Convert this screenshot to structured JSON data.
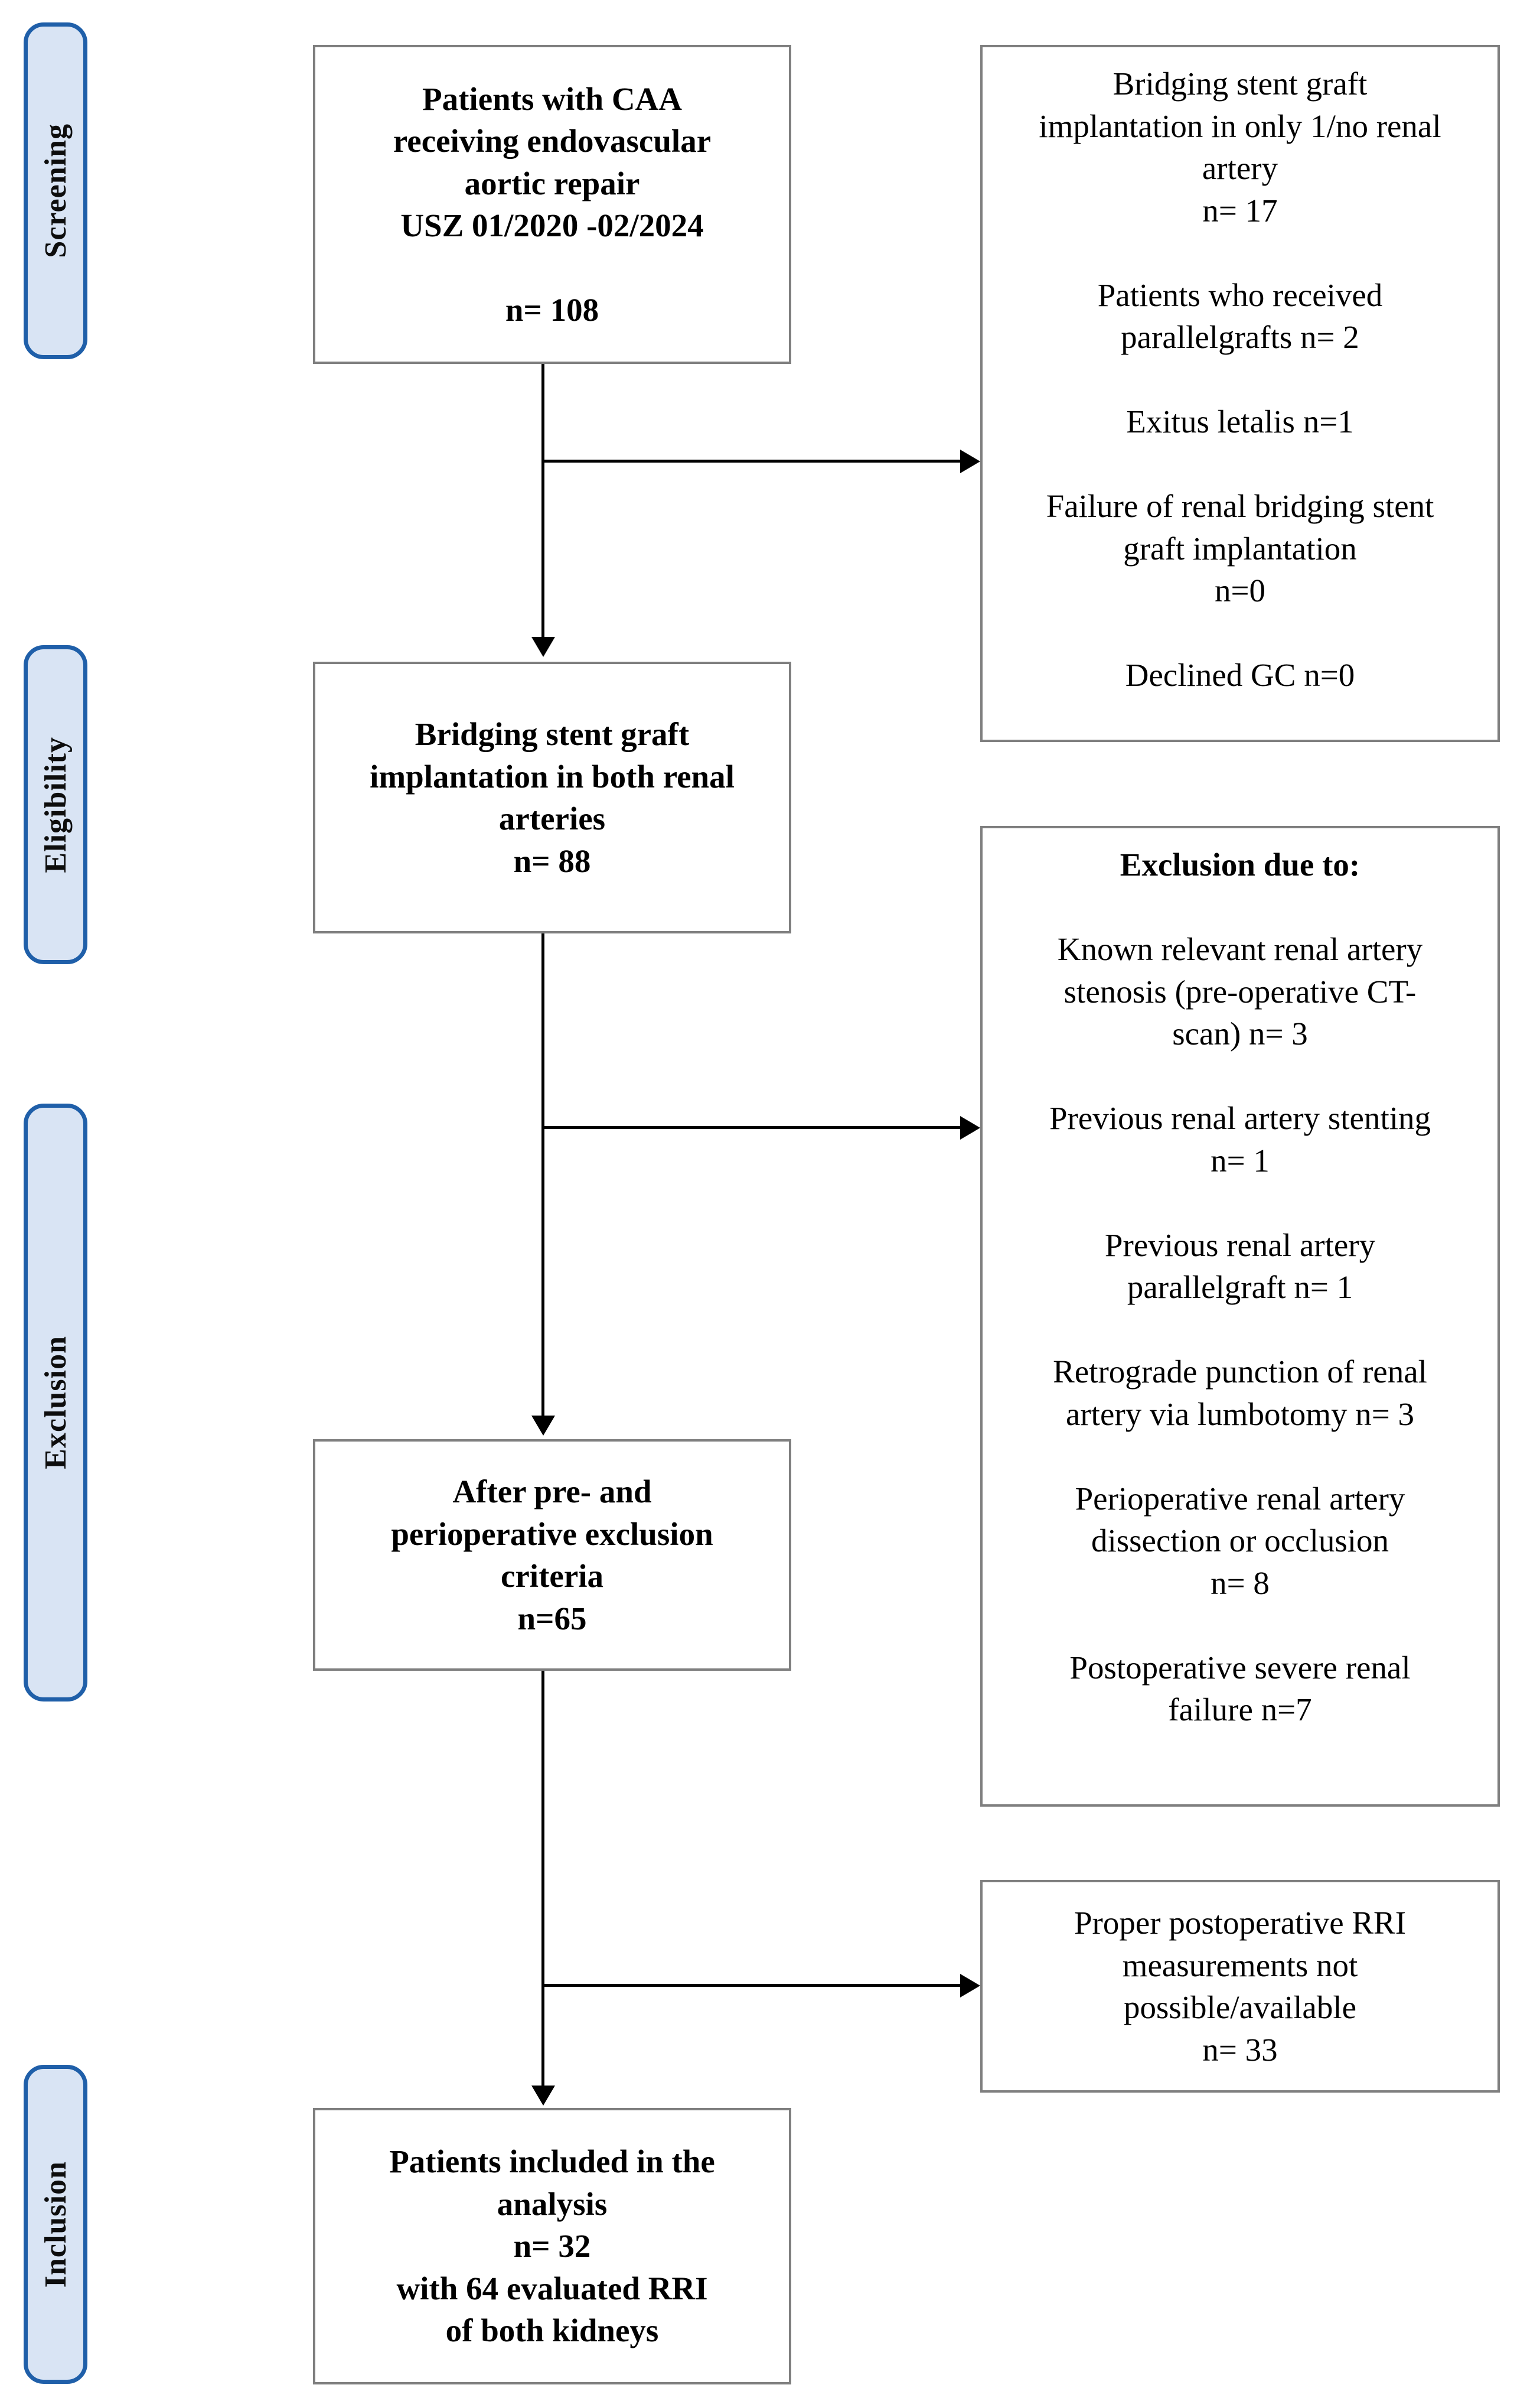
{
  "stages": [
    {
      "label": "Screening"
    },
    {
      "label": "Eligibility"
    },
    {
      "label": "Exclusion"
    },
    {
      "label": "Inclusion"
    }
  ],
  "main_boxes": [
    {
      "id": "screening-box",
      "lines": [
        "Patients with CAA",
        "receiving endovascular",
        "aortic repair",
        "USZ 01/2020 -02/2024",
        "",
        "n= 108"
      ]
    },
    {
      "id": "eligibility-box",
      "lines": [
        "Bridging stent graft",
        "implantation in both renal",
        "arteries",
        "n= 88"
      ]
    },
    {
      "id": "exclusion-box",
      "lines": [
        "After pre- and",
        "perioperative exclusion",
        "criteria",
        "n=65"
      ]
    },
    {
      "id": "inclusion-box",
      "lines": [
        "Patients included in the",
        "analysis",
        "n= 32",
        "with 64 evaluated RRI",
        "of both kidneys"
      ]
    }
  ],
  "side_boxes": [
    {
      "id": "screening-exclusions-box",
      "lines": [
        "Bridging stent graft",
        "implantation in only 1/no renal",
        "artery",
        "n= 17",
        "",
        "Patients who received",
        "parallelgrafts n= 2",
        "",
        "Exitus letalis n=1",
        "",
        "Failure of renal bridging stent",
        "graft implantation",
        "n=0",
        "",
        "Declined GC n=0"
      ]
    },
    {
      "id": "exclusion-criteria-box",
      "heading": "Exclusion due to:",
      "lines": [
        "",
        "Known relevant renal artery",
        "stenosis (pre-operative CT-",
        "scan) n= 3",
        "",
        "Previous renal artery stenting",
        "n= 1",
        "",
        "Previous renal artery",
        "parallelgraft n= 1",
        "",
        "Retrograde punction of renal",
        "artery via lumbotomy n= 3",
        "",
        "Perioperative renal artery",
        "dissection or occlusion",
        "n= 8",
        "",
        "Postoperative severe renal",
        "failure n=7"
      ]
    },
    {
      "id": "rri-unavailable-box",
      "lines": [
        "Proper postoperative RRI",
        "measurements not",
        "possible/available",
        "n= 33"
      ]
    }
  ],
  "colors": {
    "stage_fill": "#D9E4F4",
    "stage_border": "#1F5FA9",
    "box_border": "#7F7F7F",
    "connector": "#000000",
    "text": "#000000"
  }
}
